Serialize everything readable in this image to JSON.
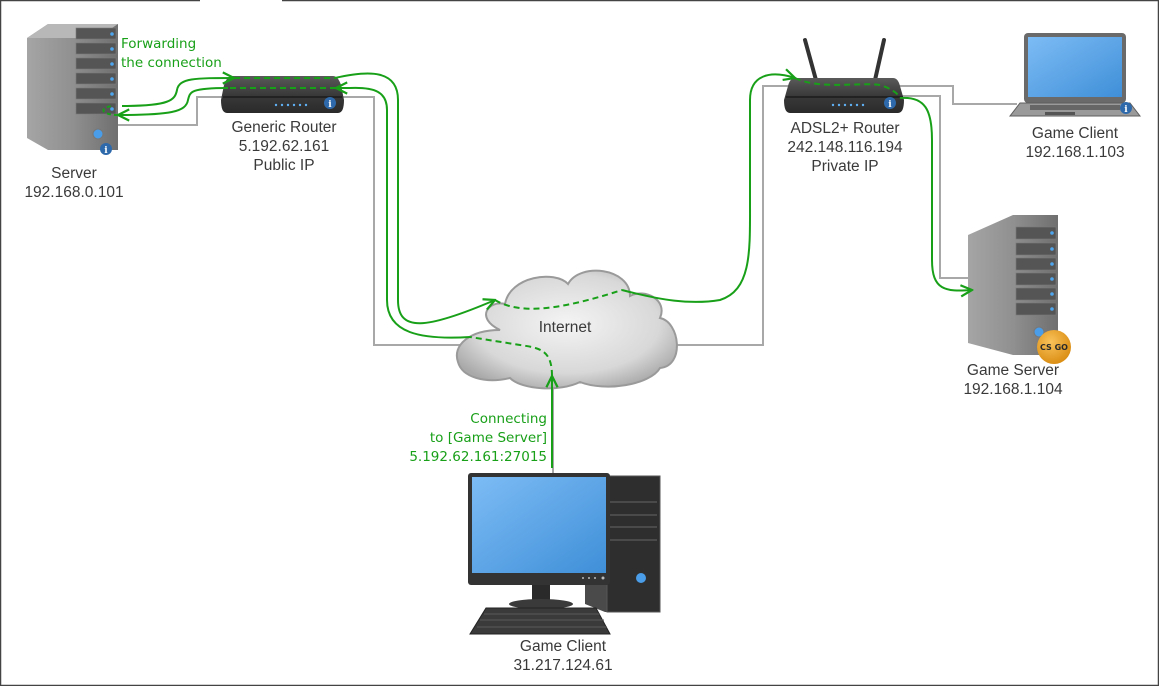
{
  "colors": {
    "frame": "#444444",
    "link": "#a8a8a8",
    "path": "#19a019",
    "text": "#3a3a3a"
  },
  "nodes": {
    "server": {
      "name": "Server",
      "ip": "192.168.0.101"
    },
    "generic_router": {
      "name": "Generic Router",
      "ip": "5.192.62.161",
      "role": "Public IP"
    },
    "adsl_router": {
      "name": "ADSL2+ Router",
      "ip": "242.148.116.194",
      "role": "Private IP"
    },
    "laptop_client": {
      "name": "Game Client",
      "ip": "192.168.1.103"
    },
    "game_server": {
      "name": "Game Server",
      "ip": "192.168.1.104",
      "badge": "CS GO"
    },
    "internet": {
      "name": "Internet"
    },
    "desktop_client": {
      "name": "Game Client",
      "ip": "31.217.124.61"
    }
  },
  "annotations": {
    "forwarding": [
      "Forwarding",
      "the connection"
    ],
    "connecting": [
      "Connecting",
      "to [Game Server]",
      "5.192.62.161:27015"
    ]
  }
}
